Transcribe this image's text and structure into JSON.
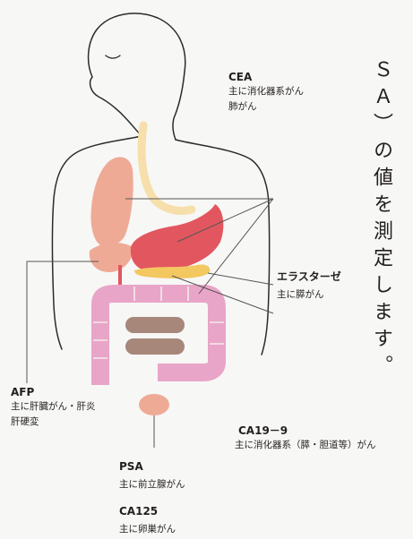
{
  "vertical_caption": "ＳＡ）の値を測定します。",
  "colors": {
    "outline": "#2b2b2b",
    "esophagus": "#f7dfab",
    "liver": "#efaa96",
    "stomach": "#e2575f",
    "pancreas": "#f3c860",
    "intestine": "#e9a5c7",
    "small_intestine": "#a7877a",
    "prostate": "#efaa96",
    "leader_line": "#555555"
  },
  "markers": {
    "cea": {
      "name": "CEA",
      "desc1": "主に消化器系がん",
      "desc2": "肺がん"
    },
    "elastase": {
      "name": "エラスターゼ",
      "desc1": "主に膵がん"
    },
    "afp": {
      "name": "AFP",
      "desc1": "主に肝臓がん・肝炎",
      "desc2": "肝硬変"
    },
    "ca199": {
      "name": "CA19－9",
      "desc1": "主に消化器系（膵・胆道等）がん"
    },
    "psa": {
      "name": "PSA",
      "desc1": "主に前立腺がん"
    },
    "ca125": {
      "name": "CA125",
      "desc1": "主に卵巣がん"
    }
  }
}
